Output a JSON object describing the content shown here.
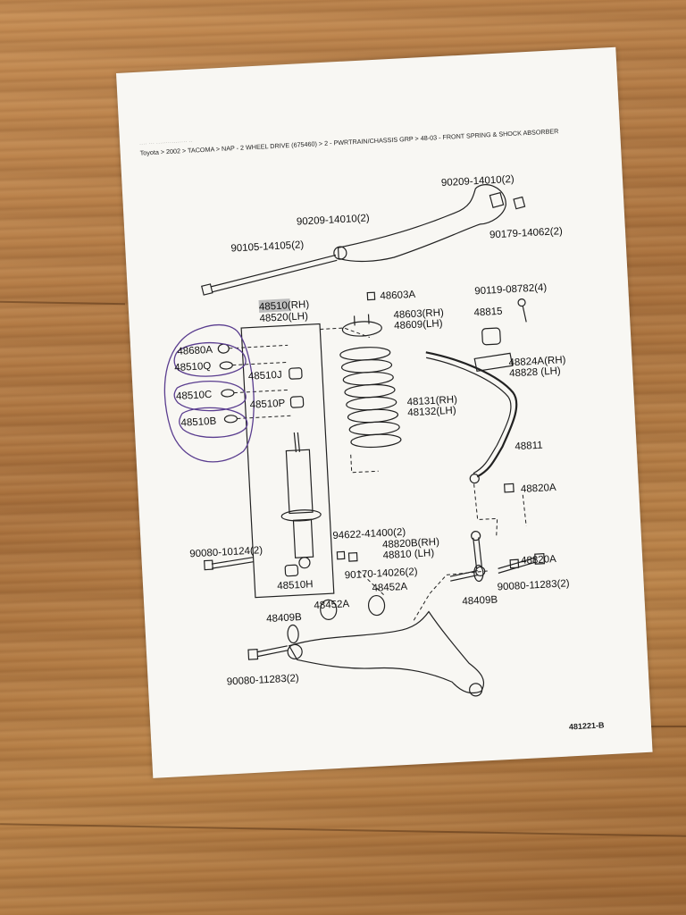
{
  "document": {
    "scan_header": "···· ··· ················ ··",
    "breadcrumb": "Toyota > 2002 > TACOMA > NAP - 2 WHEEL DRIVE (675460) > 2 - PWRTRAIN/CHASSIS GRP > 48-03 - FRONT SPRING & SHOCK ABSORBER",
    "diagram_code": "481221-B"
  },
  "parts": {
    "p1": "90209-14010(2)",
    "p2": "90209-14010(2)",
    "p3": "90179-14062(2)",
    "p4": "90105-14105(2)",
    "p5a": "48510",
    "p5b": "(RH)",
    "p6": "48520(LH)",
    "p7": "48603A",
    "p8": "90119-08782(4)",
    "p9": "48603(RH)",
    "p10": "48609(LH)",
    "p11": "48815",
    "p12": "48680A",
    "p13": "48510Q",
    "p14": "48510J",
    "p15": "48510C",
    "p16": "48824A(RH)",
    "p17": "48828 (LH)",
    "p18": "48510P",
    "p19": "48510B",
    "p20": "48131(RH)",
    "p21": "48132(LH)",
    "p22": "48811",
    "p23": "48820A",
    "p24": "94622-41400(2)",
    "p25": "90080-10124(2)",
    "p26": "48820B(RH)",
    "p27": "48810 (LH)",
    "p28": "48820A",
    "p29": "90170-14026(2)",
    "p30": "48510H",
    "p31": "48452A",
    "p32": "48452A",
    "p33": "48409B",
    "p34": "90080-11283(2)",
    "p35": "48409B",
    "p36": "90080-11283(2)"
  }
}
